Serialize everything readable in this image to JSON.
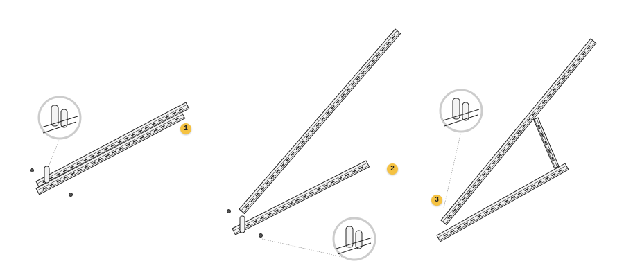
{
  "steps": [
    {
      "number": "1"
    },
    {
      "number": "2"
    },
    {
      "number": "3"
    }
  ],
  "colors": {
    "badge": "#f5c242",
    "line": "#222222",
    "rail_fill": "#f4f4f4"
  }
}
